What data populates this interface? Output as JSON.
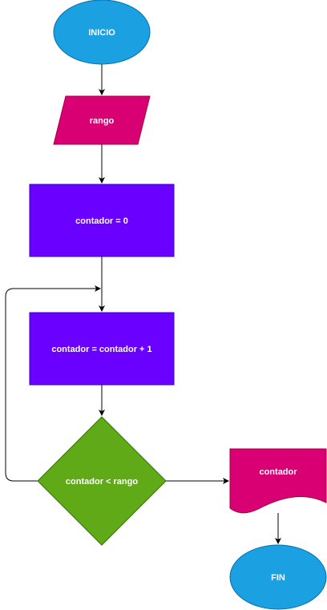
{
  "flowchart": {
    "nodes": {
      "start": {
        "label": "INICIO",
        "shape": "ellipse",
        "color": "#1BA1E2"
      },
      "input": {
        "label": "rango",
        "shape": "parallelogram",
        "color": "#D80073"
      },
      "init": {
        "label": "contador = 0",
        "shape": "process",
        "color": "#6A00FF"
      },
      "increment": {
        "label": "contador = contador + 1",
        "shape": "process",
        "color": "#6A00FF"
      },
      "decision": {
        "label": "contador < rango",
        "shape": "diamond",
        "color": "#60A917"
      },
      "output": {
        "label": "contador",
        "shape": "document",
        "color": "#D80073"
      },
      "end": {
        "label": "FIN",
        "shape": "ellipse",
        "color": "#1BA1E2"
      }
    },
    "edges": [
      {
        "from": "start",
        "to": "input"
      },
      {
        "from": "input",
        "to": "init"
      },
      {
        "from": "init",
        "to": "increment"
      },
      {
        "from": "increment",
        "to": "decision"
      },
      {
        "from": "decision",
        "to": "increment",
        "kind": "loop-back"
      },
      {
        "from": "decision",
        "to": "output"
      },
      {
        "from": "output",
        "to": "end"
      }
    ],
    "colors": {
      "edge": "#000000",
      "text": "#ffffff"
    }
  }
}
